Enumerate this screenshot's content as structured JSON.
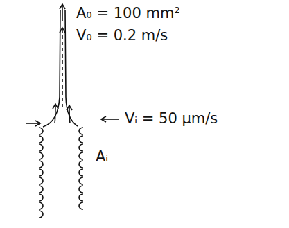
{
  "diagram": {
    "labels": [
      "A₀ = 100 mm²",
      "V₀ = 0.2 m/s",
      "Vᵢ = 50 μm/s",
      "Aᵢ"
    ]
  }
}
